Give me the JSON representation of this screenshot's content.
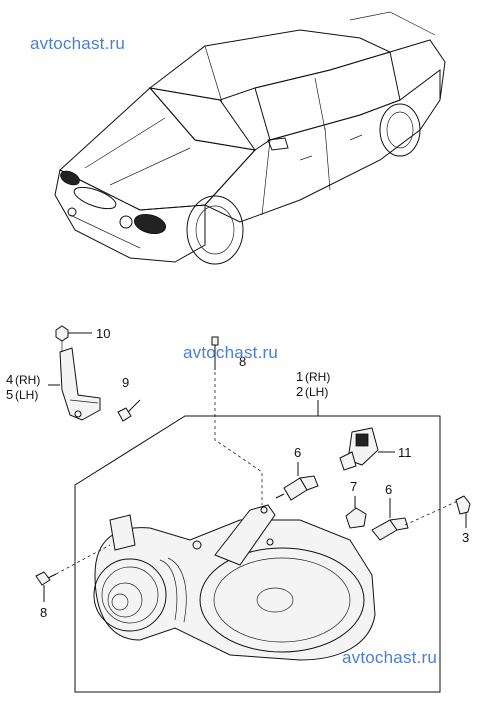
{
  "watermarks": [
    "avtochast.ru",
    "avtochast.ru",
    "avtochast.ru"
  ],
  "callouts": {
    "c10": "10",
    "c4": "4",
    "c4_side": "(RH)",
    "c5": "5",
    "c5_side": "(LH)",
    "c9": "9",
    "c8_top": "8",
    "c1": "1",
    "c1_side": "(RH)",
    "c2": "2",
    "c2_side": "(LH)",
    "c6_a": "6",
    "c11": "11",
    "c7": "7",
    "c6_b": "6",
    "c3": "3",
    "c8_bottom": "8"
  },
  "colors": {
    "watermark": "#4a7fd6",
    "lines": "#111111"
  }
}
